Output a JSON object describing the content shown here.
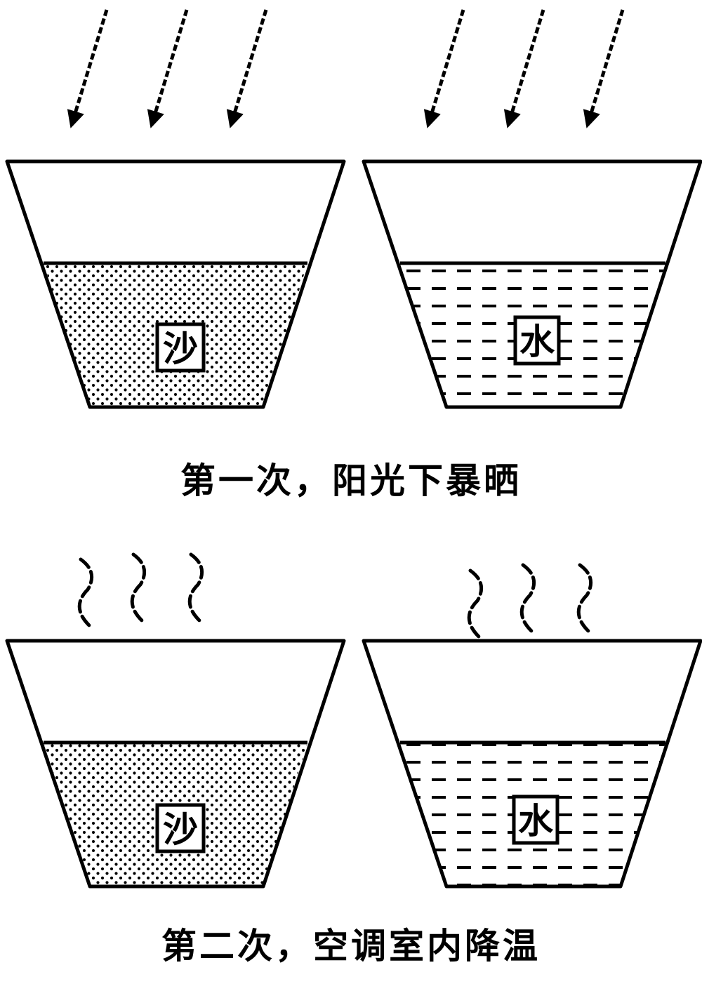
{
  "scenes": [
    {
      "caption": "第一次，阳光下暴晒",
      "effect": "sunlight-arrows",
      "containers": [
        {
          "material": "sand",
          "label": "沙",
          "pattern": "dots"
        },
        {
          "material": "water",
          "label": "水",
          "pattern": "dashes"
        }
      ]
    },
    {
      "caption": "第二次，空调室内降温",
      "effect": "heat-waves",
      "containers": [
        {
          "material": "sand",
          "label": "沙",
          "pattern": "dots"
        },
        {
          "material": "water",
          "label": "水",
          "pattern": "dashes"
        }
      ]
    }
  ],
  "colors": {
    "ink": "#000000",
    "background": "#ffffff"
  }
}
